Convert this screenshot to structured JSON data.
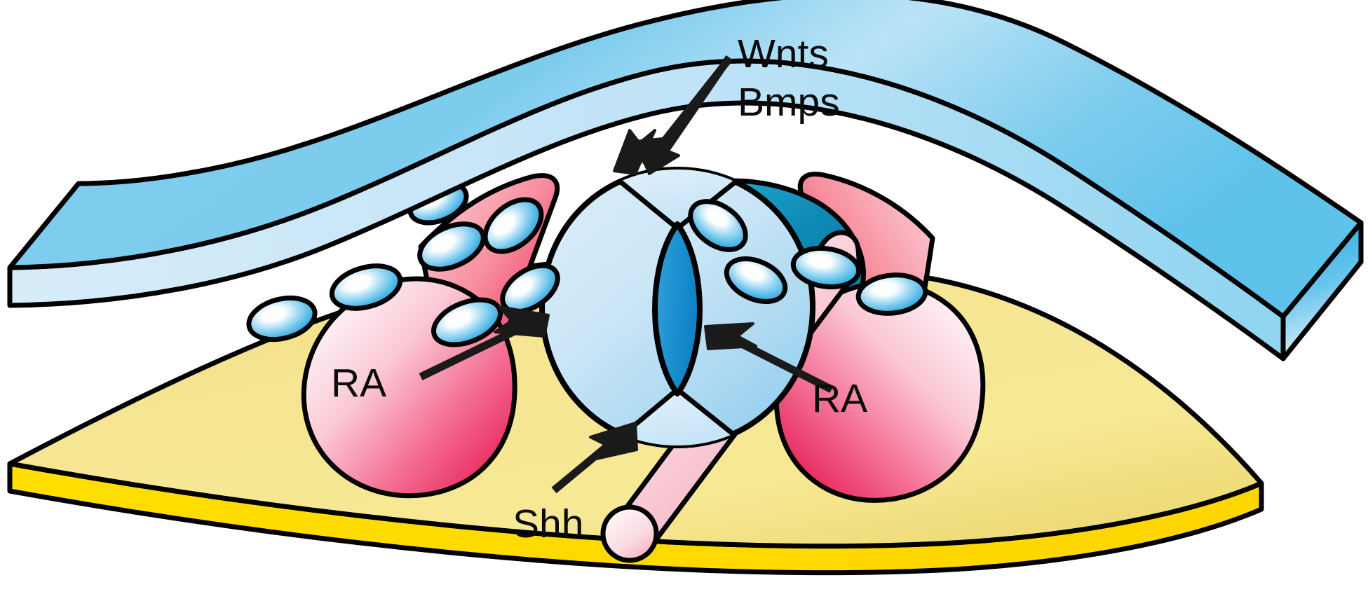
{
  "figure": {
    "title": "Neural tube patterning signals schematic",
    "background_color": "#ffffff",
    "outline_color": "#000000"
  },
  "labels": {
    "wnts": "Wnts",
    "bmps": "Bmps",
    "ra_left": "RA",
    "ra_right": "RA",
    "shh": "Shh"
  },
  "structures": {
    "ectoderm_sheet": {
      "name": "surface ectoderm",
      "top_color": "#7FCDEE",
      "edge_color": "#C9E6F7",
      "accent_color": "#2BACE0"
    },
    "endoderm_plate": {
      "name": "endoderm / yolk plate",
      "top_color": "#F4E38C",
      "edge_color": "#FFDD00"
    },
    "neural_tube": {
      "name": "neural tube",
      "body_color": "#CDE6F7",
      "lumen_color": "#1F8FD0"
    },
    "somite_left": {
      "name": "left somite",
      "light_color": "#FBDDE4",
      "dark_color": "#E8134B"
    },
    "somite_right": {
      "name": "right somite",
      "light_color": "#FBDDE4",
      "dark_color": "#E8134B"
    },
    "neural_crest_cells": {
      "name": "neural crest cells",
      "center_color": "#FFFFFF",
      "rim_color": "#2BA8DF",
      "count_left": 8,
      "count_right": 5
    },
    "notochord": {
      "name": "notochord",
      "light_color": "#FCE3E8",
      "dark_color": "#F4A0B4"
    },
    "dorsal_wedge": {
      "name": "dorsal signalling wedge",
      "color": "#0E89B4"
    }
  },
  "arrows": [
    {
      "name": "wnts-bmps-arrow-left",
      "from": "Wnts/Bmps label",
      "to": "neural tube roof"
    },
    {
      "name": "wnts-bmps-arrow-right",
      "from": "Wnts/Bmps label",
      "to": "neural tube roof"
    },
    {
      "name": "ra-arrow-left",
      "from": "left somite",
      "to": "neural tube left wall"
    },
    {
      "name": "ra-arrow-right",
      "from": "right somite",
      "to": "neural tube right wall"
    },
    {
      "name": "shh-arrow",
      "from": "Shh label",
      "to": "neural tube floor plate"
    }
  ]
}
